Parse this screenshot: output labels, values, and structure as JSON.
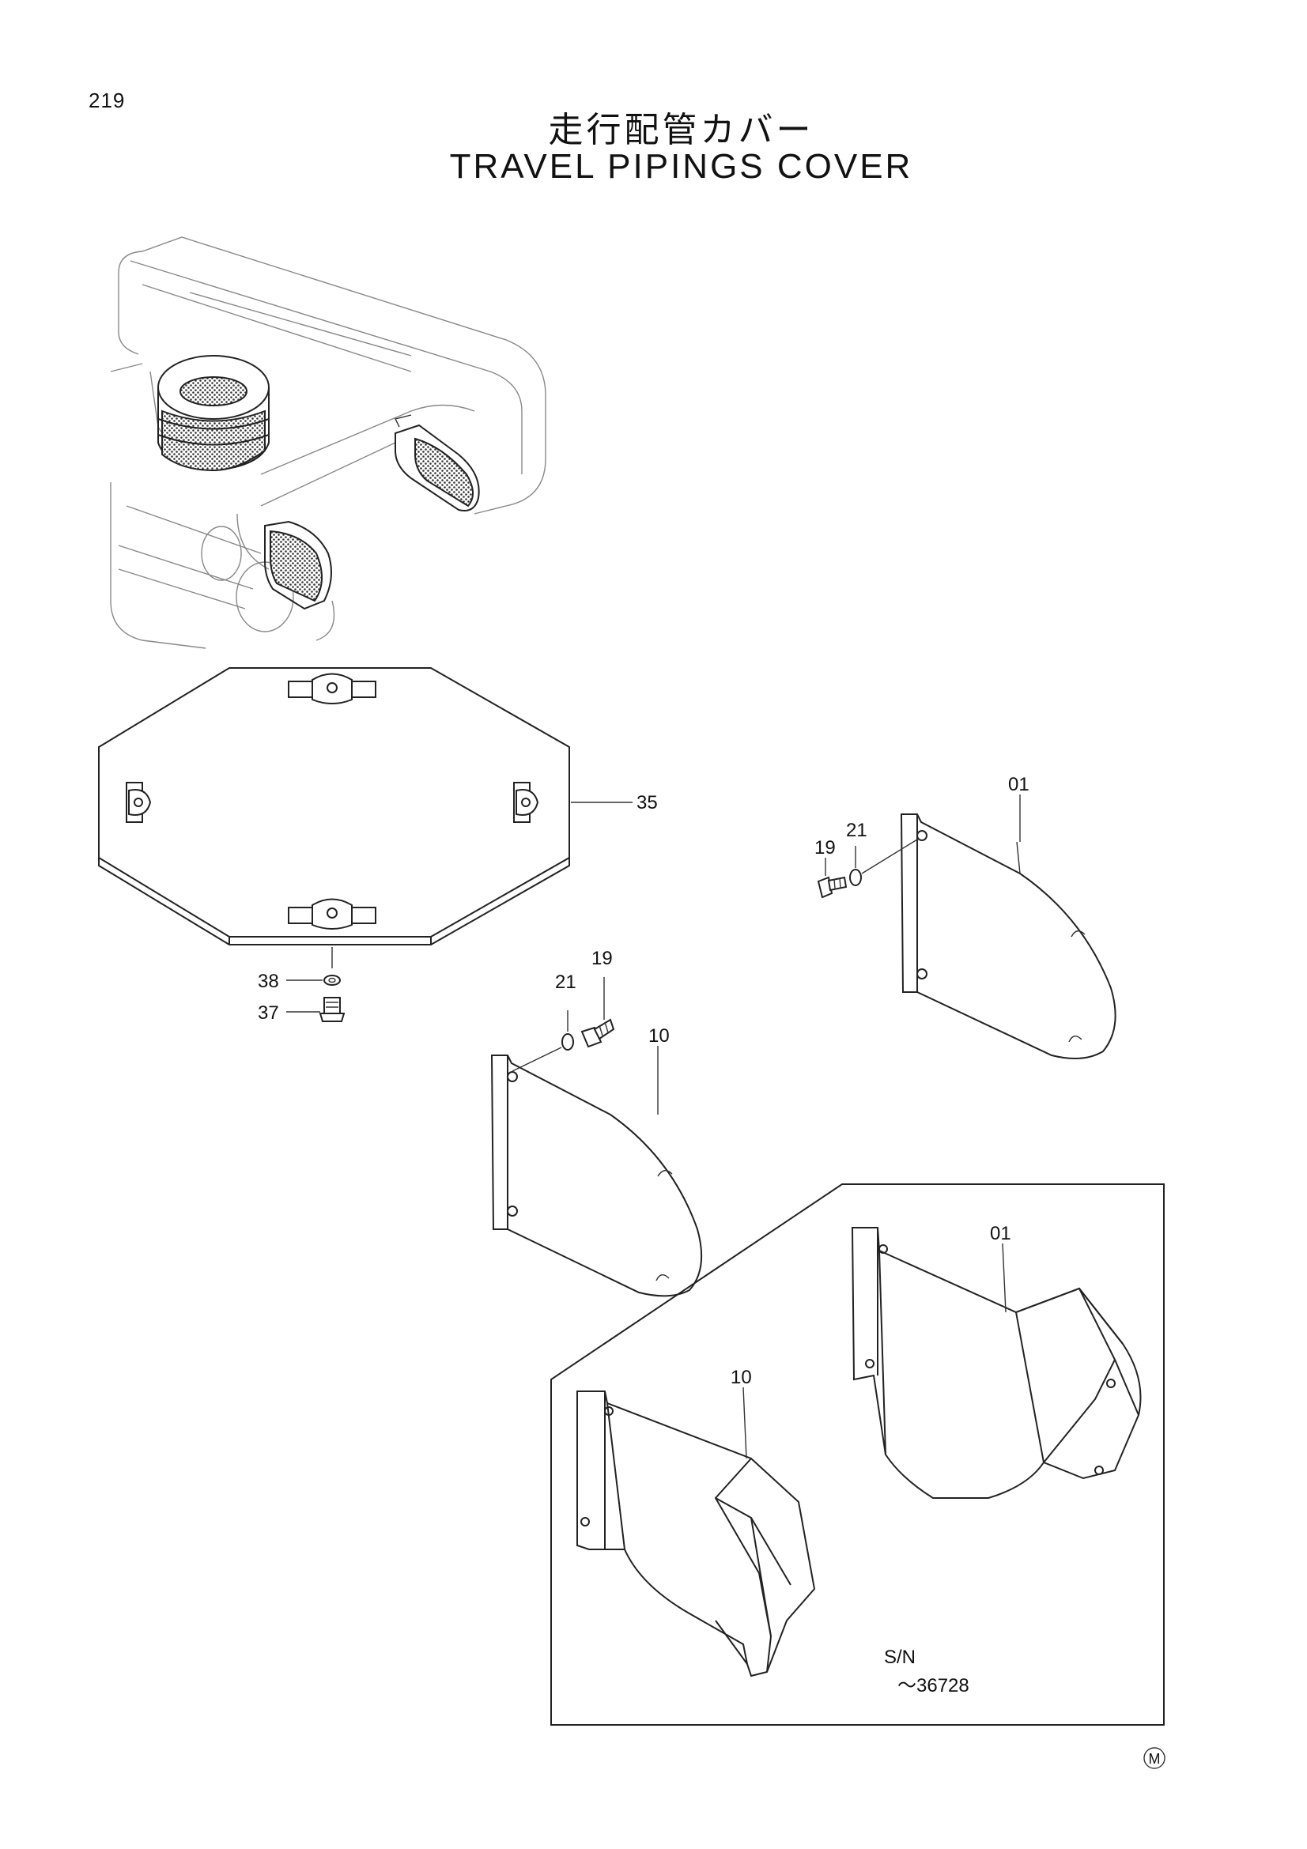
{
  "page": {
    "number": "219"
  },
  "title": {
    "japanese": "走行配管カバー",
    "english": "TRAVEL PIPINGS COVER"
  },
  "callouts": {
    "c35": "35",
    "c38": "38",
    "c37": "37",
    "c01_upper": "01",
    "c21_upper": "21",
    "c19_upper": "19",
    "c19_mid": "19",
    "c21_mid": "21",
    "c10_mid": "10",
    "c01_lower": "01",
    "c10_lower": "10"
  },
  "serial_note": {
    "line1": "S/N",
    "line2": "～36728"
  },
  "mark": {
    "symbol": "M"
  }
}
